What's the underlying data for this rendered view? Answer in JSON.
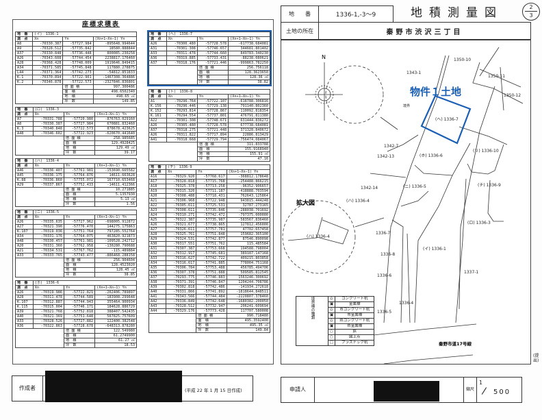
{
  "header": {
    "lot_label": "地　　番",
    "lot_value": "1336-1,-3〜9",
    "title": "地積測量図",
    "location_label": "土地の所在",
    "location_value": "秦野市渋沢三丁目",
    "page_num": "2",
    "page_total": "3"
  },
  "sheet_title": "座標求積表",
  "table_labels": {
    "lot": "地　番",
    "point": "測　点",
    "xn": "Xn",
    "yn": "Yn",
    "formula": "(Xn+1−Xn−1) Yn",
    "double_area": "倍 面 積",
    "area": "面　積",
    "chiseki": "地　積",
    "tsubo": "坪　数",
    "unit": "㎡"
  },
  "tables": [
    {
      "lot": "(イ)　1336-1",
      "rows": [
        [
          "A8",
          "-70330.387",
          "-57727.984",
          "-895648.994644"
        ],
        [
          "A9",
          "-70328.512",
          "-57735.842",
          "18580.888844"
        ],
        [
          "A37",
          "-70330.848",
          "-57736.448",
          "800085.230258"
        ],
        [
          "A26",
          "-70343.608",
          "-57744.454",
          "2238817.176460"
        ],
        [
          "A28",
          "-70368.428",
          "-57748.009",
          "1919646.849415"
        ],
        [
          "A34",
          "-70371.585",
          "-57745.848",
          "117880.278875"
        ],
        [
          "L44",
          "-70371.364",
          "-57742.273",
          "-54812.851833"
        ],
        [
          "K.1",
          "-70370.894",
          "-57722.901",
          "-1467308.364886"
        ],
        [
          "K.2",
          "-70346.878",
          "-57722.573",
          "-2327846.836801"
        ]
      ],
      "double_area": "997.300486",
      "area": "498.6502340",
      "chiseki": "498.65",
      "tsubo": "149.85"
    },
    {
      "lot": "(ロ)　1336-3",
      "rows": [
        [
          "A7",
          "-70331.788",
          "-57720.980",
          "-876763.029160"
        ],
        [
          "A8",
          "-70330.387",
          "-57727.984",
          "670881.832460"
        ],
        [
          "K.3",
          "-70340.848",
          "-57722.573",
          "878678.423625"
        ],
        [
          "A48",
          "-70346.602",
          "-57722.923",
          "-620670.441640"
        ]
      ],
      "double_area": "258.985685",
      "area": "129.4928425",
      "chiseki": "129.49",
      "tsubo": "39.17"
    },
    {
      "lot": "(ハ)　1336-4",
      "rows": [
        [
          "A46",
          "-70336.407",
          "-57761.981",
          "-153690.665582"
        ],
        [
          "A45",
          "-70336.175",
          "-57764.876",
          "14611.663628"
        ],
        [
          "K.88",
          "-70336.860",
          "-57755.072",
          "167710.653468"
        ],
        [
          "A29",
          "-70337.867",
          "-57752.433",
          "-14611.412366"
        ]
      ],
      "double_area": "10.271885",
      "area": "5.1357930",
      "chiseki": "5.13",
      "tsubo": "1.56"
    },
    {
      "lot": "(ニ)　1336-5",
      "rows": [
        [
          "A26",
          "-70335.635",
          "-57727.962",
          "-698005.912872"
        ],
        [
          "A27",
          "-70321.390",
          "-57776.470",
          "144275.175863"
        ],
        [
          "K.107",
          "-70319.036",
          "-57751.764",
          "797285.552764"
        ],
        [
          "A34",
          "-70331.176",
          "-57764.075",
          "463820.921873"
        ],
        [
          "A48",
          "-70330.457",
          "-57761.981",
          "-109528.242712"
        ],
        [
          "A20",
          "-70331.360",
          "-57762.958",
          "-130280.790688"
        ],
        [
          "A21",
          "-70334.531",
          "-57767.762",
          "-115.489884"
        ],
        [
          "A33",
          "-70333.765",
          "-57743.477",
          "-886468.288158"
        ]
      ],
      "double_area": "256.904604",
      "area": "128.4523020",
      "chiseki": "128.45",
      "tsubo": "38.85"
    },
    {
      "lot": "(ホ)　1336-6",
      "rows": [
        [
          "A26",
          "-70319.986",
          "-57722.821",
          "-262406.789897"
        ],
        [
          "A28",
          "-70311.478",
          "-57744.589",
          "-183908.299648"
        ],
        [
          "K.107",
          "-70312.887",
          "-57744.943",
          "355464.900934"
        ],
        [
          "K.115",
          "-70315.004",
          "-57746.171",
          "184628.886729"
        ],
        [
          "A39",
          "-70321.768",
          "-57752.818",
          "388407.542435"
        ],
        [
          "A40",
          "-70321.369",
          "-57751.648",
          "567825.757609"
        ],
        [
          "A33",
          "-70328.526",
          "-57727.882",
          "122400.382548"
        ],
        [
          "A36",
          "-70322.863",
          "-57728.678",
          "-648313.878280"
        ]
      ],
      "double_area": "122.549980",
      "area": "61.2749900",
      "chiseki": "61.27",
      "tsubo": "18.53"
    },
    {
      "lot": "(へ)　1336-7",
      "rows": [
        [
          "A26",
          "-70300.480",
          "-57728.578",
          "-617738.684081"
        ],
        [
          "A31",
          "-70301.308",
          "-57746.657",
          "344681.801402"
        ],
        [
          "A33",
          "-70311.478",
          "-57744.660",
          "849783.340230"
        ],
        [
          "A36",
          "-70319.885",
          "-57733.431",
          "-88238.080621"
        ],
        [
          "A37",
          "-70318.176",
          "-57721.446",
          "-999863.782250"
        ]
      ],
      "double_area": "256.756118",
      "area": "128.3623650",
      "chiseki": "128.36",
      "tsubo": "38.82"
    },
    {
      "lot": "(ト)　1336-8",
      "rows": [
        [
          "A1",
          "-70296.764",
          "-57722.107",
          "-618788.306816"
        ],
        [
          "K.156",
          "-70296.446",
          "-57729.138",
          "791140.802360"
        ],
        [
          "K.152",
          "-70293.814",
          "-57728.867",
          "-110092.818354"
        ],
        [
          "K.161",
          "-70294.554",
          "-57737.801",
          "476791.811380"
        ],
        [
          "A22",
          "-70301.308",
          "-57748.671",
          "631444.836272"
        ],
        [
          "A26",
          "-70305.480",
          "-57728.578",
          "677738.684081"
        ],
        [
          "A37",
          "-70318.275",
          "-57721.448",
          "371328.840672"
        ],
        [
          "A26",
          "-70311.822",
          "-57717.894",
          "22886.813429"
        ],
        [
          "A41",
          "-70318.668",
          "-57729.794",
          "-756474.084067"
        ]
      ],
      "double_area": "311.833788",
      "area": "155.9168940",
      "chiseki": "155.91",
      "tsubo": "47.16"
    },
    {
      "lot": "(チ)　1336-9",
      "rows": [
        [
          "A16",
          "-70329.920",
          "-57768.617",
          "-368812.178648"
        ],
        [
          "A17",
          "-70328.818",
          "-57715.768",
          "-254488.866215"
        ],
        [
          "A18",
          "-70325.378",
          "-57713.258",
          "-96352.906657"
        ],
        [
          "A19",
          "-70315.320",
          "-57711.187",
          "-418888.703594"
        ],
        [
          "A20",
          "-70308.488",
          "-57718.431",
          "762643.125864"
        ],
        [
          "A21",
          "-70306.968",
          "-57722.948",
          "943815.444248"
        ],
        [
          "A22",
          "-70305.611",
          "-57725.531",
          "32787.273165"
        ],
        [
          "A23",
          "-70308.611",
          "-57735.846",
          "-288038.701692"
        ],
        [
          "A24",
          "-70310.271",
          "-57742.472",
          "-797375.000000"
        ],
        [
          "A25",
          "-70322.387",
          "-57735.987",
          "-583567.836460"
        ],
        [
          "A26",
          "-70321.677",
          "-57738.865",
          "127812.456000"
        ],
        [
          "A27",
          "-70326.611",
          "-57757.781",
          "47702.657458"
        ],
        [
          "A28",
          "-70325.761",
          "-57751.848",
          "159682.365100"
        ],
        [
          "A29",
          "-70324.531",
          "-57742.877",
          "87546.890098"
        ],
        [
          "A30",
          "-70317.551",
          "-57751.762",
          "115.485584"
        ],
        [
          "A31",
          "-70307.387",
          "-57753.668",
          "194588.798004"
        ],
        [
          "A32",
          "-70312.917",
          "-57745.681",
          "389187.147168"
        ],
        [
          "A33",
          "-70316.627",
          "-57742.722",
          "409215.803858"
        ],
        [
          "A34",
          "-70316.617",
          "-57741.885",
          "778004.751168"
        ],
        [
          "A35",
          "-70306.784",
          "-57753.488",
          "456785.494706"
        ],
        [
          "A36",
          "-70307.378",
          "-57751.888",
          "509585.812545"
        ],
        [
          "A37",
          "-70293.775",
          "-57746.883",
          "1563246.300692"
        ],
        [
          "A38",
          "-70371.391",
          "-57746.847",
          "1204244.708786"
        ],
        [
          "A39",
          "-70302.818",
          "-57742.486",
          "-141934.272618"
        ],
        [
          "A40",
          "-70331.866",
          "-57741.892",
          "-1818644.848511"
        ],
        [
          "A41",
          "-70343.566",
          "-57744.484",
          "-2220807.378460"
        ],
        [
          "A42",
          "-70336.849",
          "-57742.648",
          "-1680382.200050"
        ],
        [
          "A43",
          "-70328.512",
          "-57732.947",
          "206241.609694"
        ],
        [
          "A44",
          "-70329.176",
          "-57773.428",
          "117707.580008"
        ]
      ],
      "double_area": "990.718480",
      "area": "495.3592400",
      "chiseki": "495.35",
      "tsubo": "149.84"
    }
  ],
  "map": {
    "north": "N",
    "highlight": "物件１土地",
    "highlight_color": "#1a5fb4",
    "enlarged_label": "拡大図",
    "road_label": "秦野市道17号線",
    "parcels": [
      {
        "label": "1350-10"
      },
      {
        "label": "1343-1"
      },
      {
        "label": "1350-11"
      },
      {
        "label": "1350-12"
      },
      {
        "label": "(へ) 1336-7"
      },
      {
        "label": "1342-7"
      },
      {
        "label": "1342-13"
      },
      {
        "label": "(ホ) 1336-6"
      },
      {
        "label": "(リ) 1336-10"
      },
      {
        "label": "1342-14"
      },
      {
        "label": "(ニ) 1336-5"
      },
      {
        "label": "(チ) 1336-9"
      },
      {
        "label": "(ハ) 1336-4"
      },
      {
        "label": "(ロ) 1336-3"
      },
      {
        "label": "1336-7"
      },
      {
        "label": "(イ) 1336-1"
      },
      {
        "label": "1336-8"
      },
      {
        "label": "1337-1"
      },
      {
        "label": "1336-6"
      },
      {
        "label": "1336-4"
      },
      {
        "label": "1336-5"
      },
      {
        "label": "(ハ) 1336-4"
      },
      {
        "label": "境界"
      }
    ],
    "legend_title": "境界標の種類",
    "legend": [
      "コンクリート杭",
      "金属標",
      "市コンクリート杭",
      "市金属標",
      "県コンクリート杭",
      "県金属標",
      "鋲",
      "図上点",
      "プラスチック杭"
    ]
  },
  "footer": {
    "author_label": "作成者",
    "date": "(平成 22 年 1 月 15 日作成)",
    "applicant_label": "申請人",
    "scale_label": "縮尺",
    "scale_num": "1",
    "scale_den": "500",
    "side_note": "(提出)"
  }
}
